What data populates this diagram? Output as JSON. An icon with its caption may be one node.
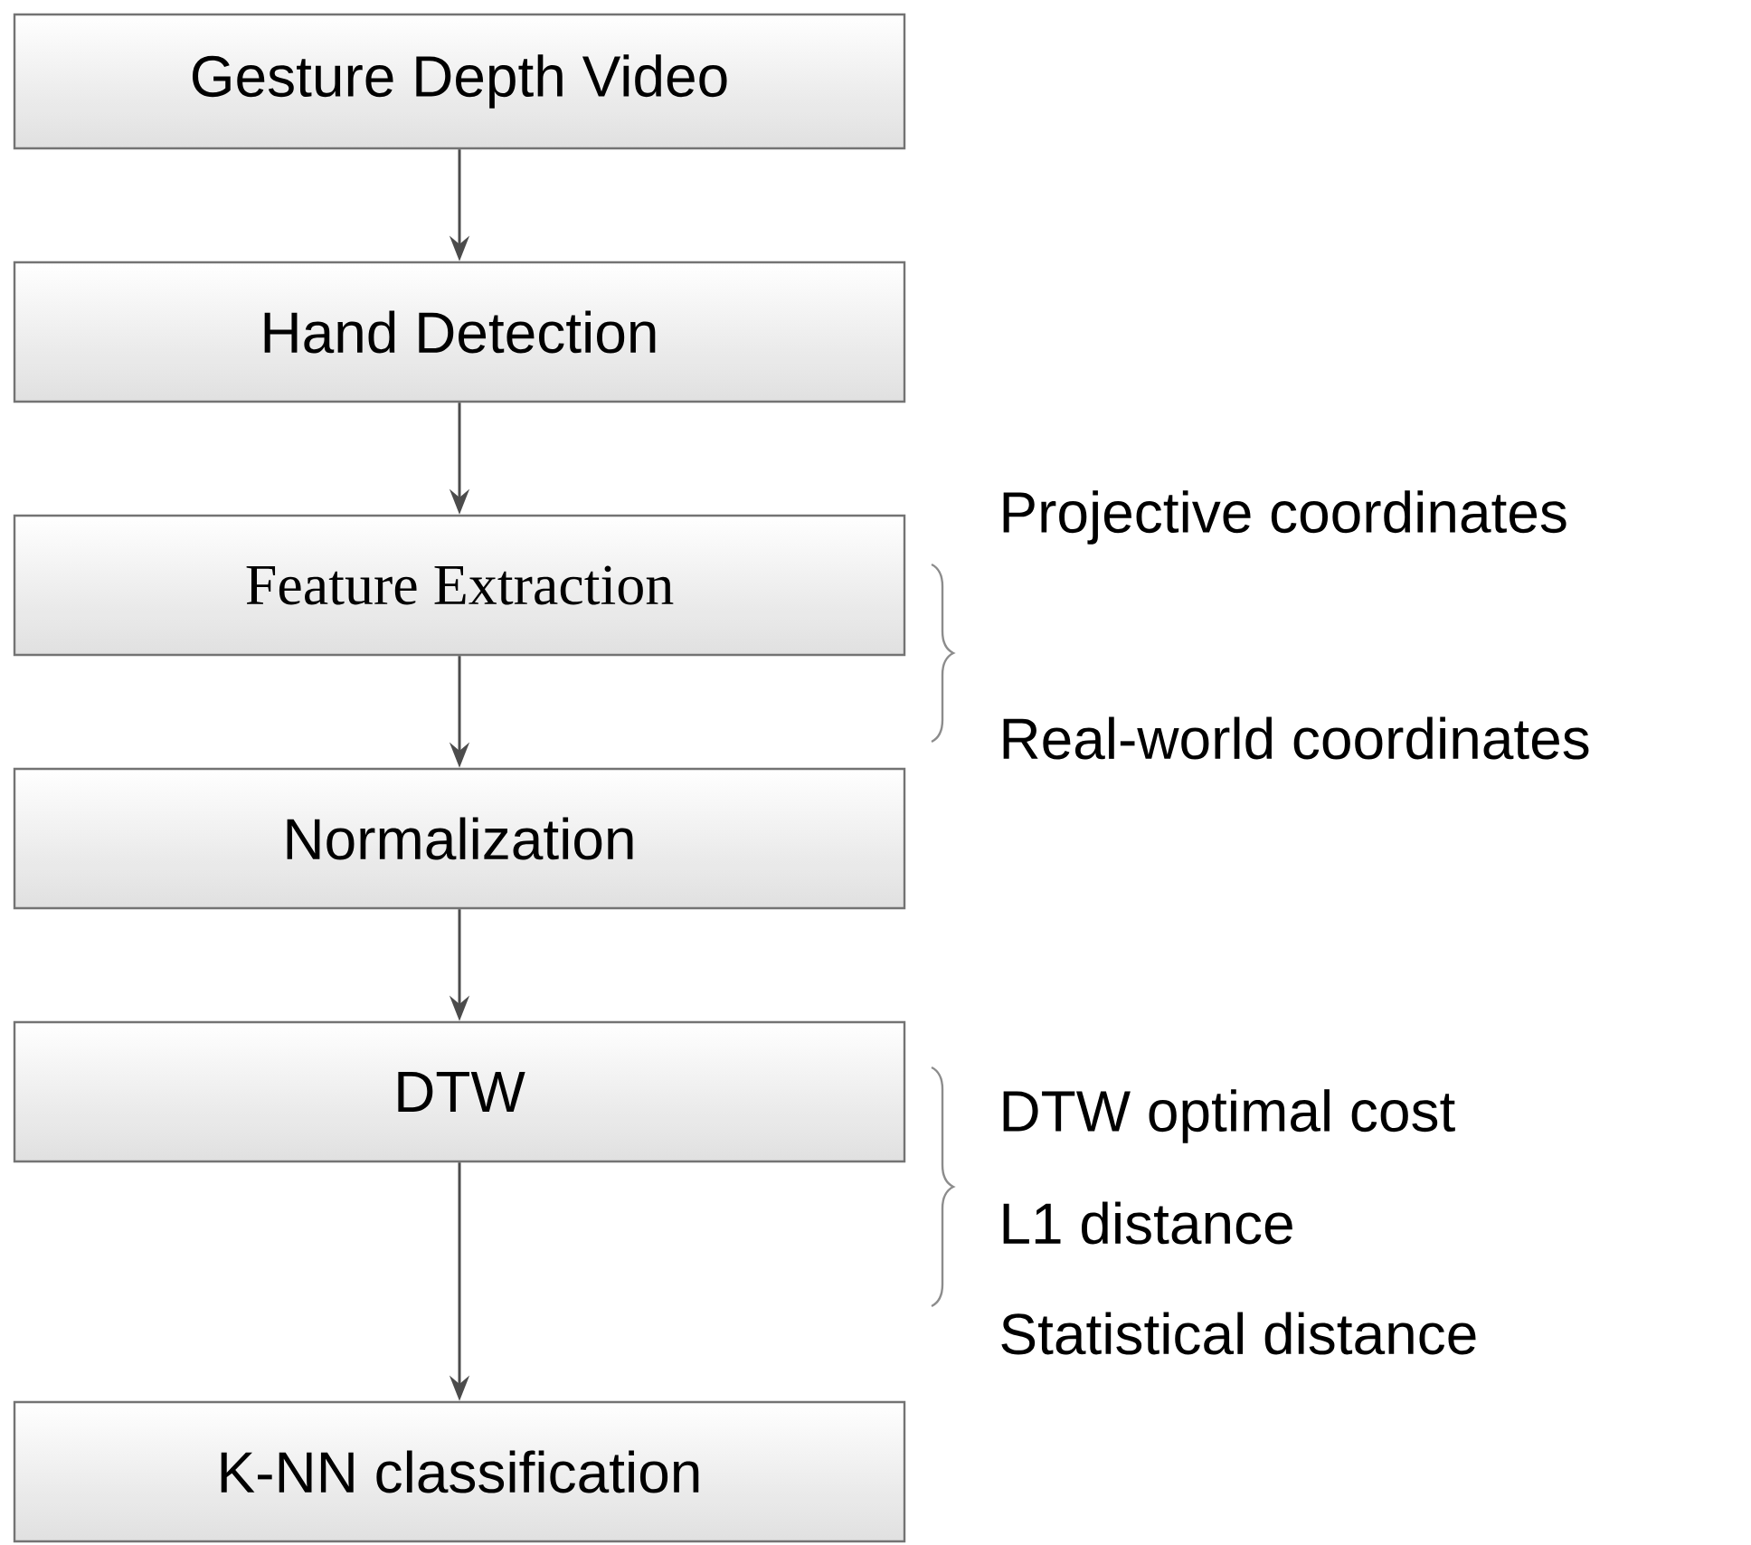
{
  "diagram": {
    "nodes": [
      {
        "text": [
          "Gesture Depth Video"
        ]
      },
      {
        "text": [
          "Hand Detection"
        ]
      },
      {
        "text": [
          "Feature Extraction"
        ],
        "beside": [
          "Projective coordinates",
          "Real-world coordinates"
        ]
      },
      {
        "text": [
          "Normalization"
        ]
      },
      {
        "text": [
          "DTW"
        ],
        "beside": [
          "DTW optimal cost",
          "L1 distance",
          "Statistical distance"
        ]
      },
      {
        "text": [
          "K-NN classification"
        ]
      }
    ],
    "edges": [
      {
        "from": 0,
        "to": 1,
        "arrow": "to"
      },
      {
        "from": 1,
        "to": 2,
        "arrow": "to"
      },
      {
        "from": 2,
        "to": 3,
        "arrow": "to"
      },
      {
        "from": 3,
        "to": 4,
        "arrow": "to"
      },
      {
        "from": 4,
        "to": 5,
        "arrow": "to"
      }
    ]
  }
}
